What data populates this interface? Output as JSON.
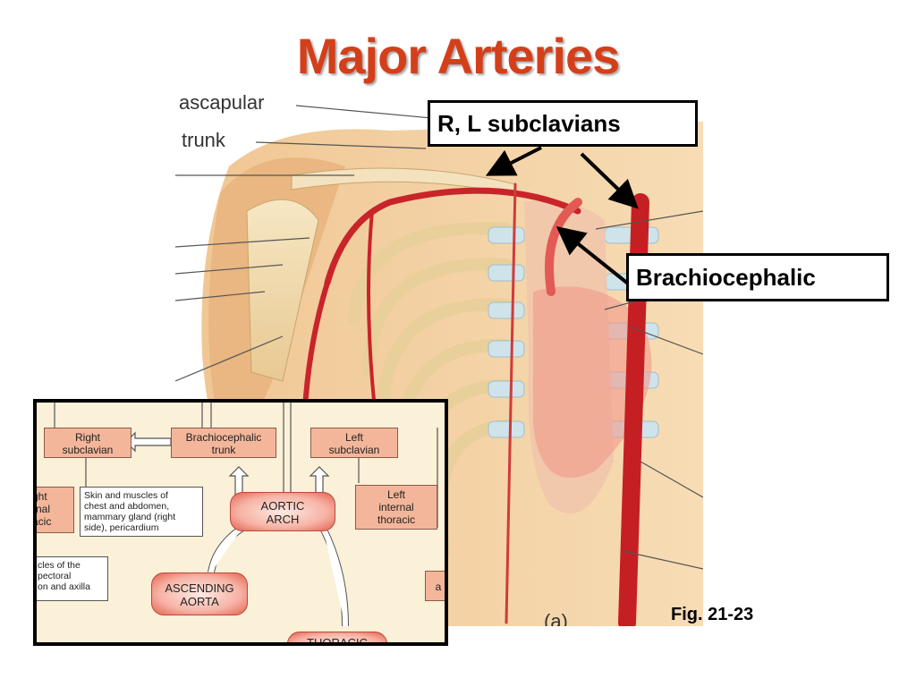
{
  "slide": {
    "title": "Major Arteries",
    "title_color": "#d43f1a",
    "figure_label": "Fig. 21-23"
  },
  "callouts": {
    "subclavians": "R, L subclavians",
    "brachiocephalic": "Brachiocephalic"
  },
  "illustration": {
    "labels": {
      "suprascapular": "ascapular",
      "trunk": "l trunk",
      "panel": "(a)"
    }
  },
  "inset": {
    "boxes": {
      "right_subclavian": "Right\nsubclavian",
      "brachiocephalic_trunk": "Brachiocephalic\ntrunk",
      "left_subclavian": "Left\nsubclavian",
      "right_internal_thoracic": "ght\nrnal\nacic",
      "left_internal_thoracic": "Left\ninternal\nthoracic",
      "aortic_arch": "AORTIC\nARCH",
      "ascending_aorta": "ASCENDING\nAORTA",
      "thoracic": "THORACIC",
      "edge_box": "a"
    },
    "notes": {
      "skin_muscles": "Skin and muscles of\nchest and abdomen,\nmammary gland (right\nside), pericardium",
      "pectoral": "cles of the\npectoral\non and axilla"
    },
    "colors": {
      "box_fill": "#f4b69a",
      "background": "#fbf0d8",
      "rounded_fill": "#f6b3a5"
    }
  }
}
